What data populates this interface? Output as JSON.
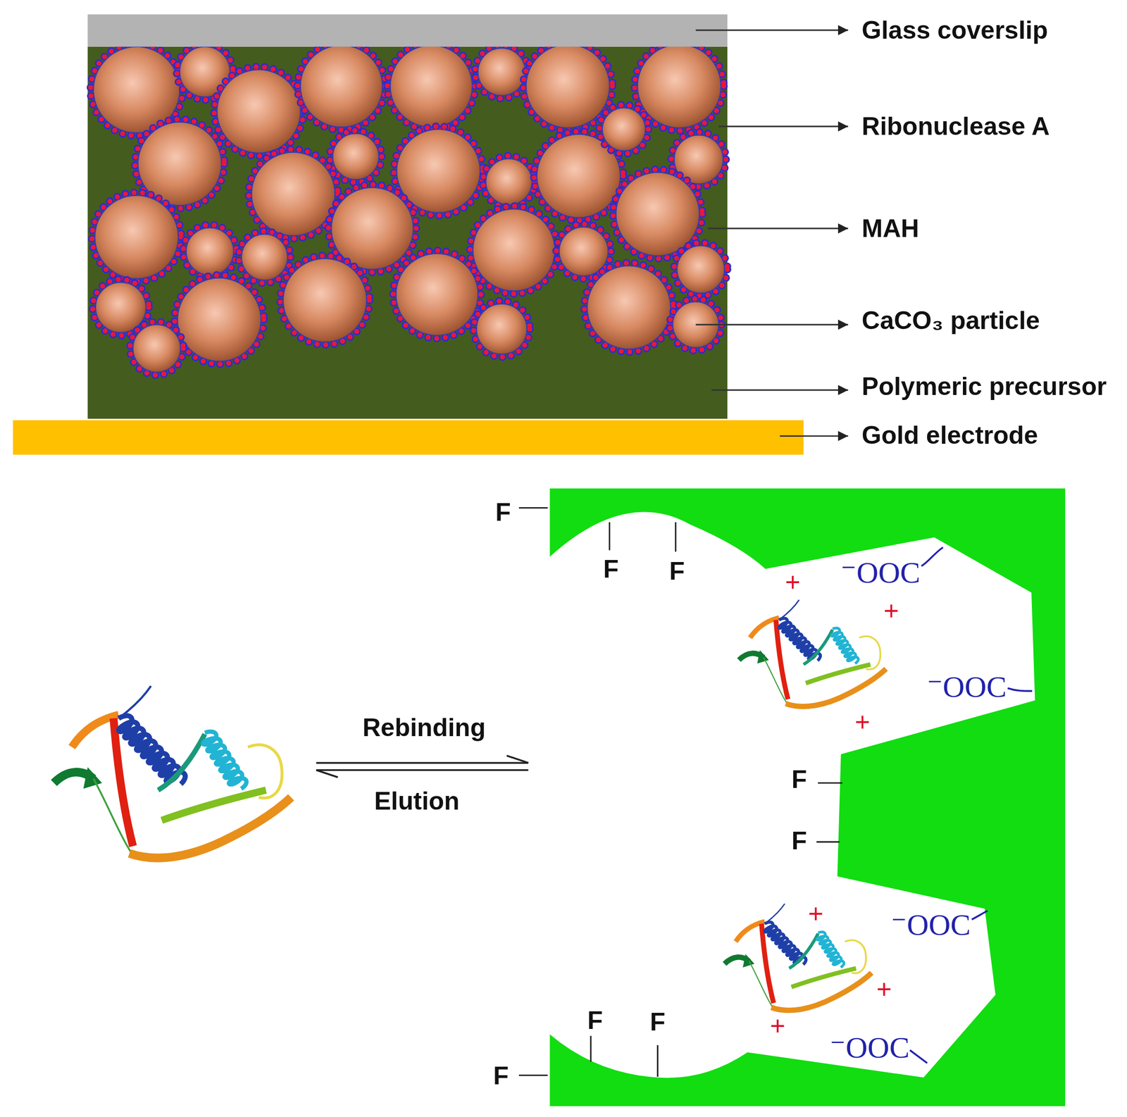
{
  "diagram": {
    "labels": [
      "Glass coverslip",
      "Ribonuclease A",
      "MAH",
      "CaCO₃ particle",
      "Polymeric precursor",
      "Gold electrode",
      "F",
      "F",
      "F",
      "⁻OOC",
      "+",
      "+",
      "⁻OOC",
      "+",
      "Rebinding",
      "Elution",
      "F",
      "F",
      "+",
      "⁻OOC",
      "+",
      "F",
      "F",
      "+",
      "⁻OOC",
      "F"
    ]
  }
}
